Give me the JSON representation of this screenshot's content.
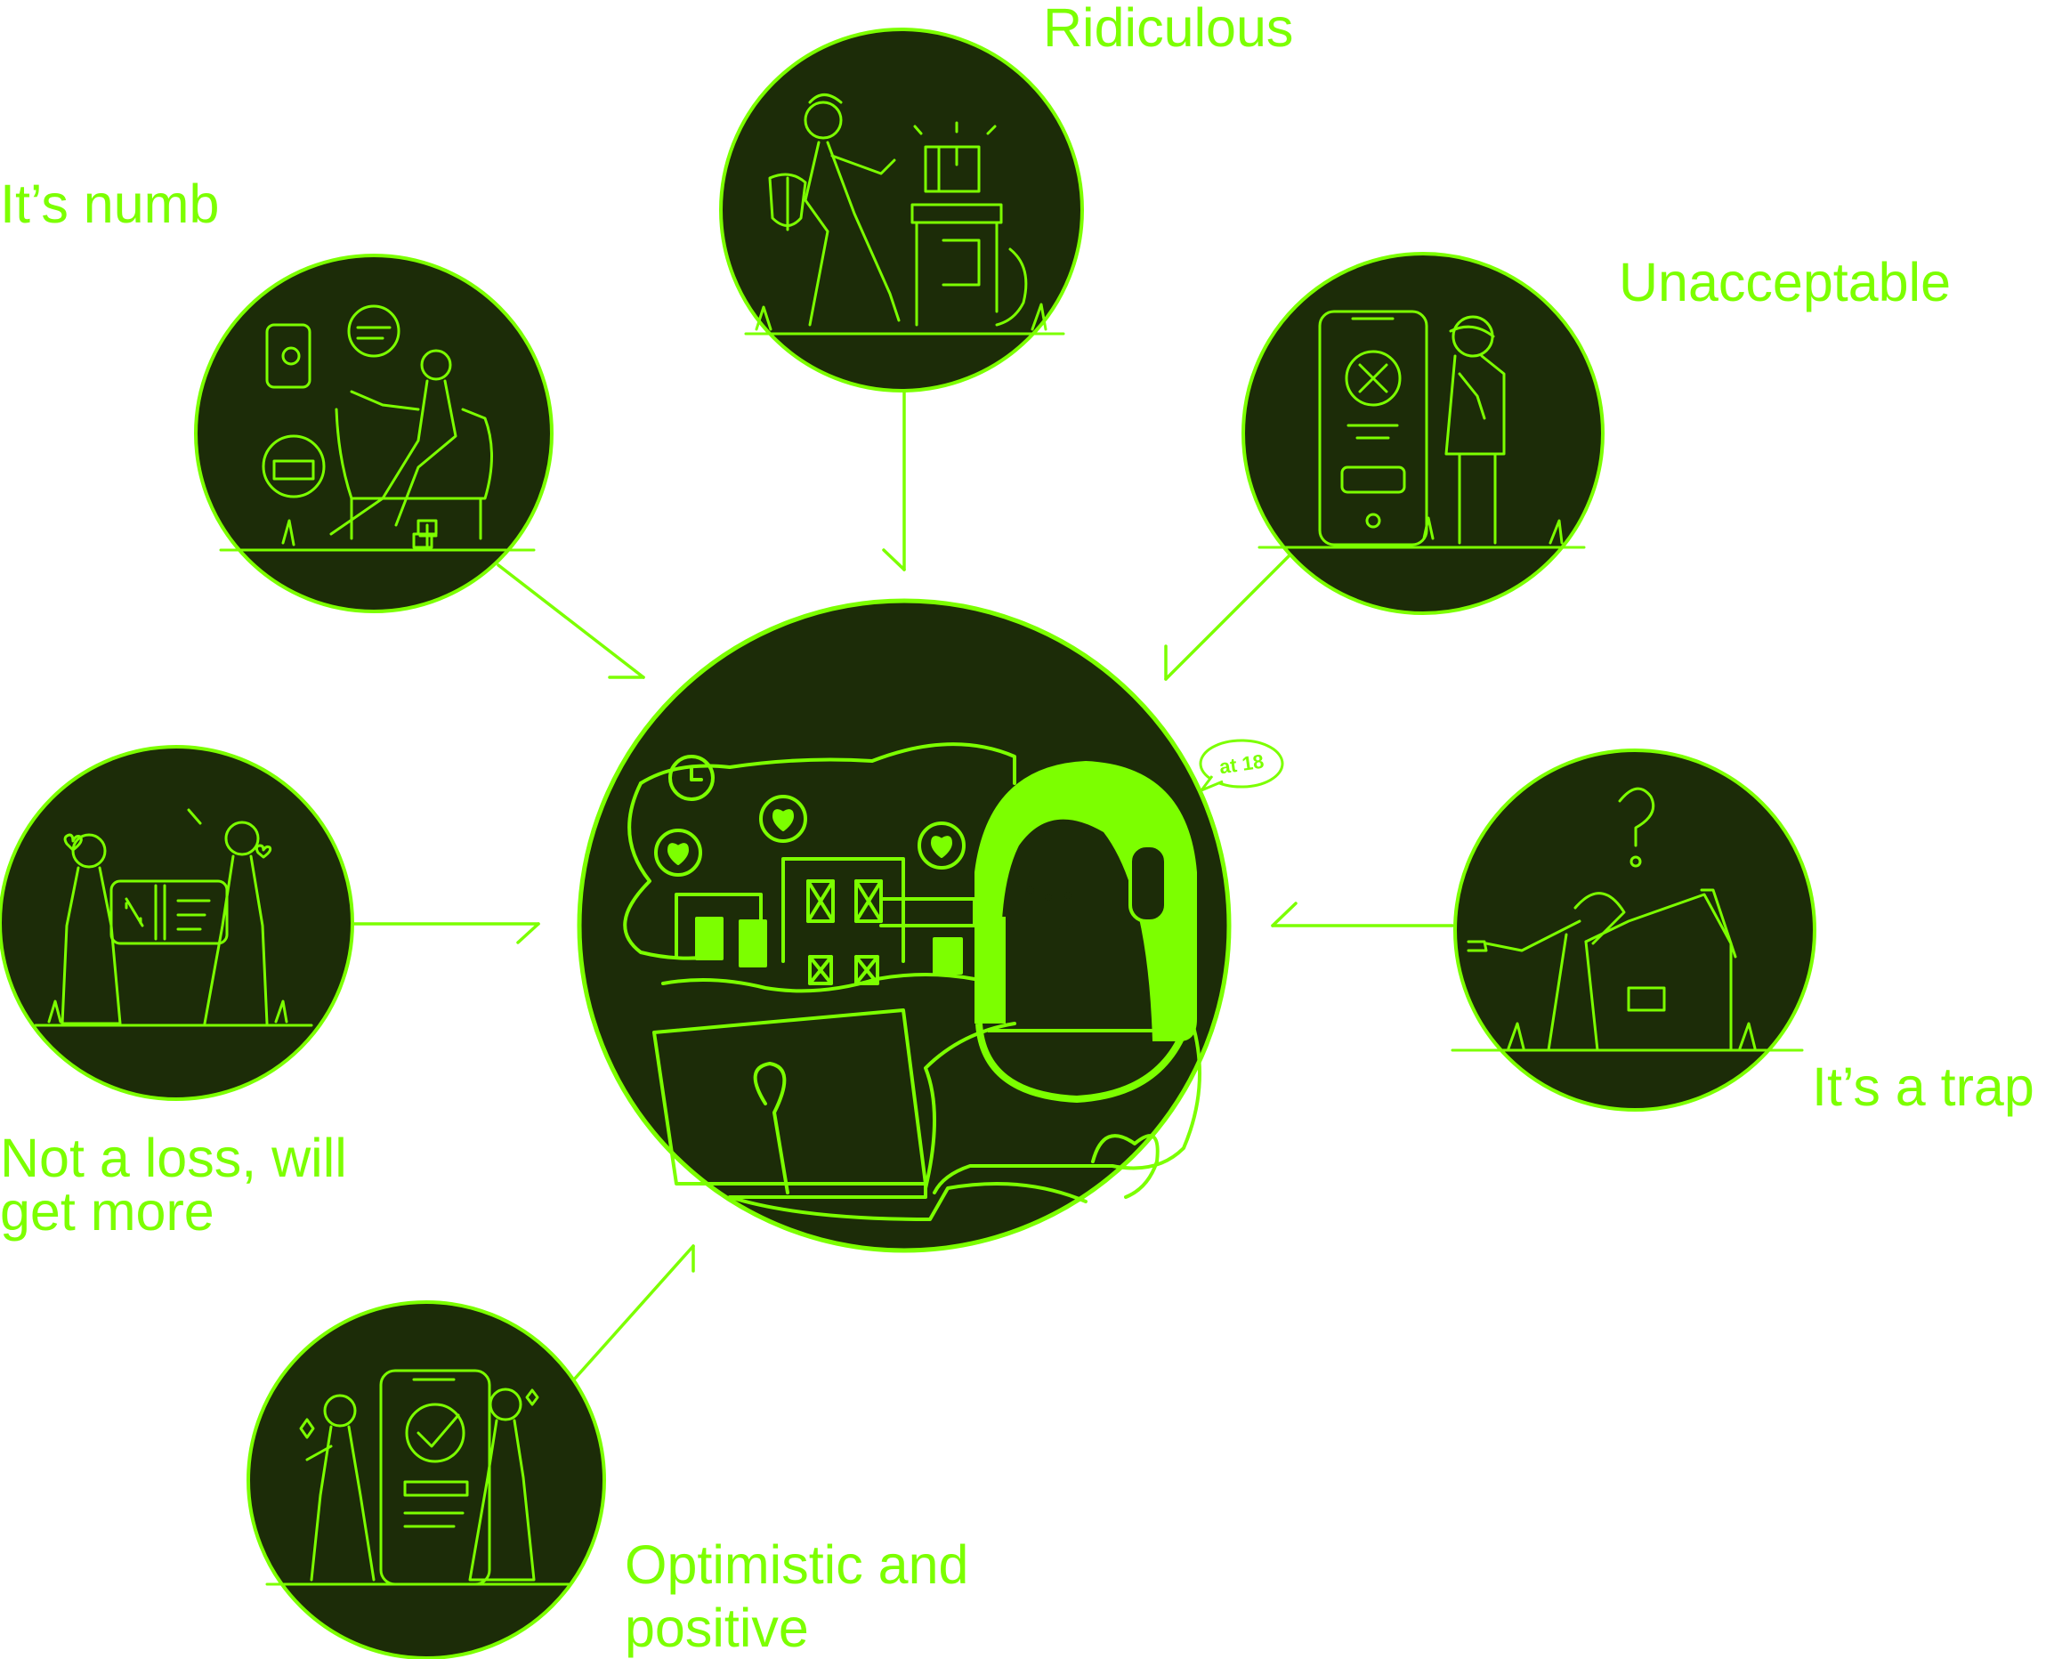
{
  "colors": {
    "accent": "#7cff00",
    "circle_fill": "#1c2c08",
    "background": "#ffffff"
  },
  "labels": {
    "ridiculous": "Ridiculous",
    "numb": "It’s numb",
    "unacceptable": "Unacceptable",
    "trap": "It’s a trap",
    "not_loss_line1": "Not a loss, will",
    "not_loss_line2": "get more",
    "optimistic_line1": "Optimistic and",
    "optimistic_line2": "positive"
  },
  "center": {
    "speech_bubble": "at 18"
  },
  "icons": {
    "ridiculous": "person-with-shield-and-box-illustration",
    "numb": "person-in-armchair-with-wallet-and-cards-illustration",
    "unacceptable": "phone-with-x-and-crying-person-illustration",
    "trap": "person-falling-into-box-illustration",
    "not_loss": "couple-holding-discount-coupon-illustration",
    "optimistic": "couple-with-phone-checkmark-illustration",
    "center": "person-with-headphones-at-laptop-illustration"
  }
}
